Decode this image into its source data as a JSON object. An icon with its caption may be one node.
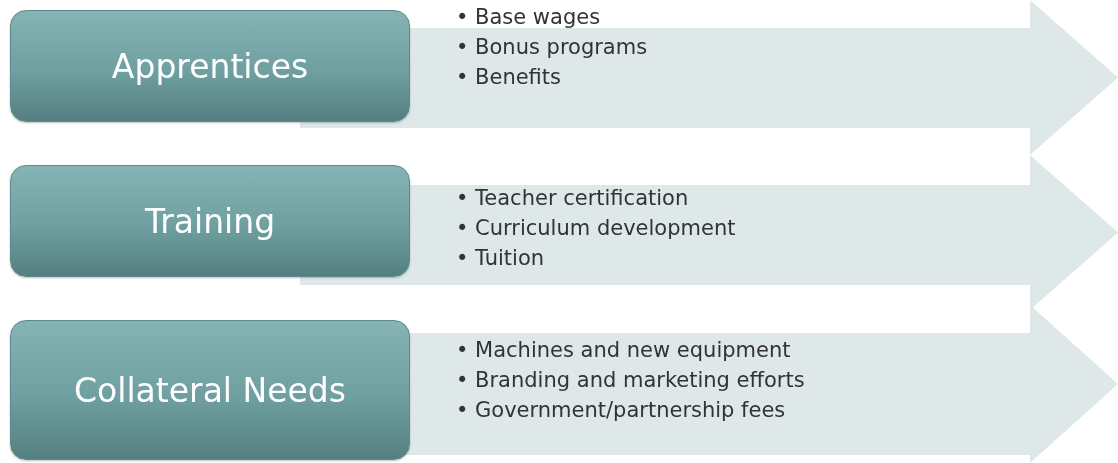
{
  "diagram": {
    "nodes": [
      {
        "text": [
          "Apprentices"
        ]
      },
      {
        "text": [
          "• Base wages",
          "• Bonus programs",
          "• Benefits"
        ]
      },
      {
        "text": [
          "Training"
        ]
      },
      {
        "text": [
          "• Teacher certification",
          "• Curriculum development",
          "• Tuition"
        ]
      },
      {
        "text": [
          "Collateral Needs"
        ]
      },
      {
        "text": [
          "• Machines and new equipment",
          "• Branding and marketing efforts",
          "• Government/partnership fees"
        ]
      }
    ]
  }
}
